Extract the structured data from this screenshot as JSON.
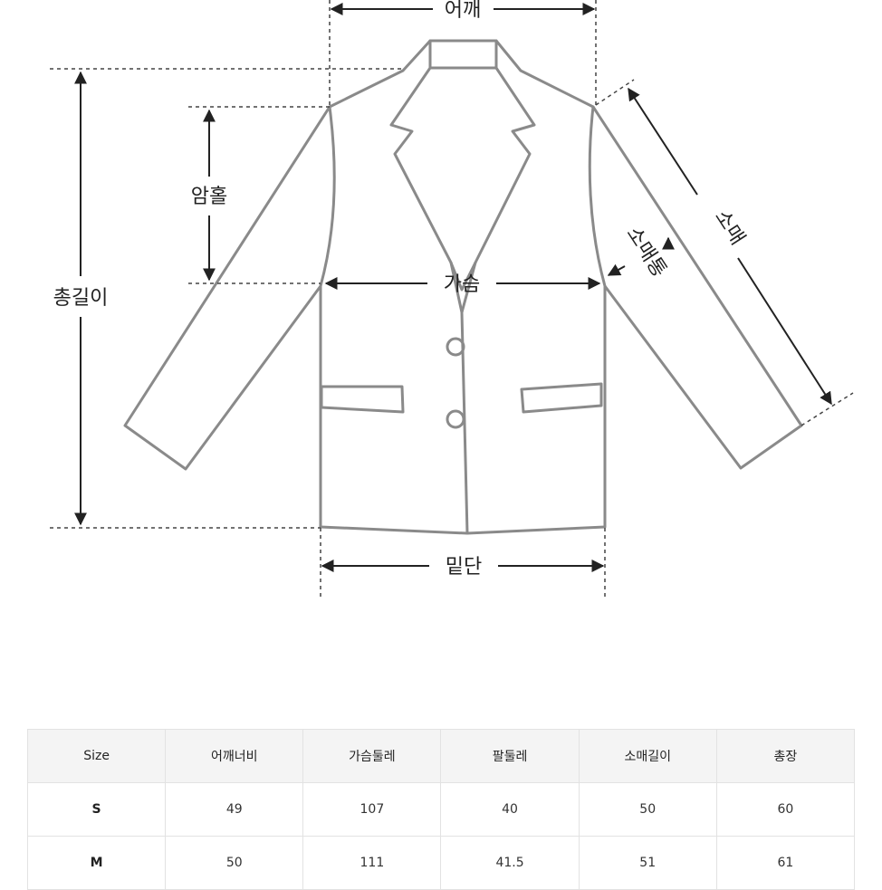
{
  "diagram": {
    "labels": {
      "shoulder": "어깨",
      "armhole": "암홀",
      "total_length": "총길이",
      "chest": "가슴",
      "sleeve": "소매",
      "sleeve_width": "소매통",
      "hem": "밑단"
    }
  },
  "size_table": {
    "headers": [
      "Size",
      "어깨너비",
      "가슴둘레",
      "팔둘레",
      "소매길이",
      "총장"
    ],
    "rows": [
      [
        "S",
        "49",
        "107",
        "40",
        "50",
        "60"
      ],
      [
        "M",
        "50",
        "111",
        "41.5",
        "51",
        "61"
      ]
    ]
  }
}
